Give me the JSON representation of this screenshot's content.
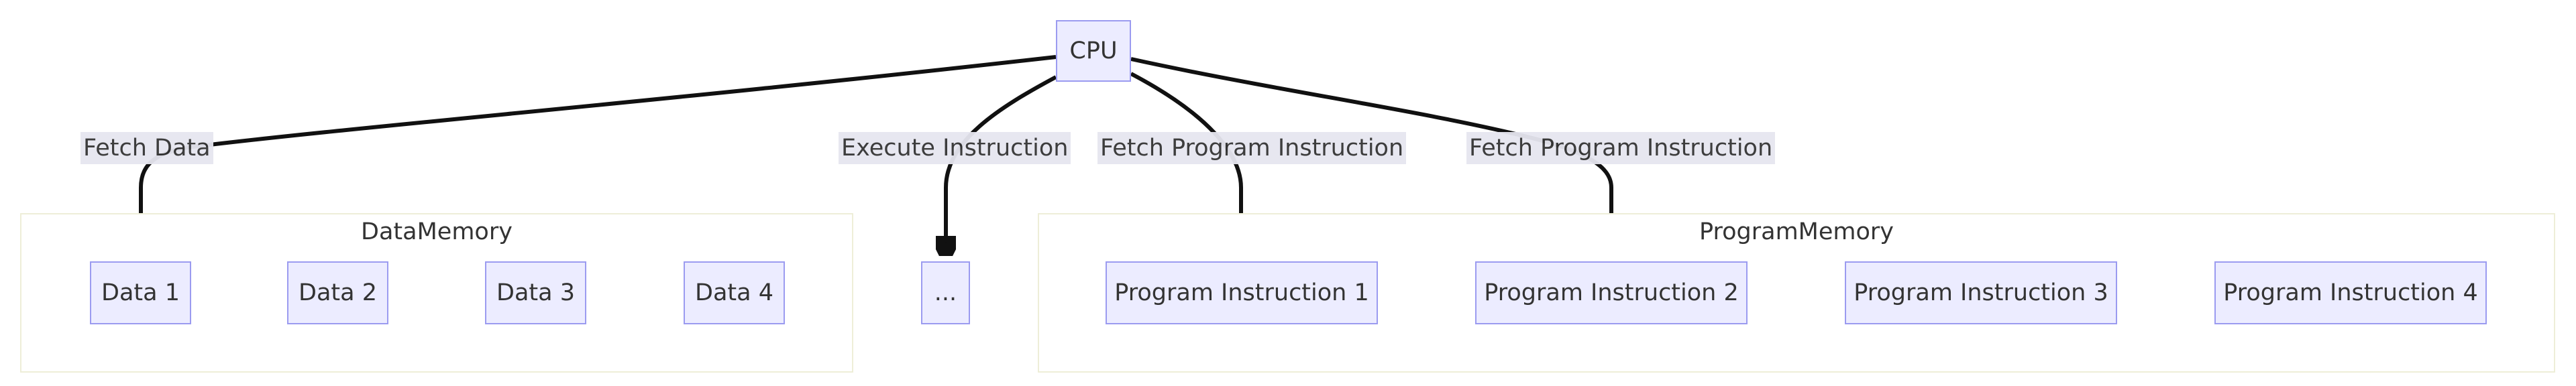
{
  "nodes": {
    "cpu": "CPU",
    "ellipsis": "...",
    "data_memory": {
      "title": "DataMemory",
      "items": [
        "Data 1",
        "Data 2",
        "Data 3",
        "Data 4"
      ]
    },
    "program_memory": {
      "title": "ProgramMemory",
      "items": [
        "Program Instruction 1",
        "Program Instruction 2",
        "Program Instruction 3",
        "Program Instruction 4"
      ]
    }
  },
  "edges": [
    {
      "from": "CPU",
      "to": "Data 1",
      "label": "Fetch Data"
    },
    {
      "from": "CPU",
      "to": "...",
      "label": "Execute Instruction"
    },
    {
      "from": "CPU",
      "to": "Program Instruction 1",
      "label": "Fetch Program Instruction"
    },
    {
      "from": "CPU",
      "to": "Program Instruction 2",
      "label": "Fetch Program Instruction"
    }
  ],
  "colors": {
    "node_fill": "#ececff",
    "node_border": "#9b9bf0",
    "cluster_border": "#eeeed8",
    "edge": "#111111",
    "label_bg": "#e6e6f0",
    "text": "#333333"
  }
}
